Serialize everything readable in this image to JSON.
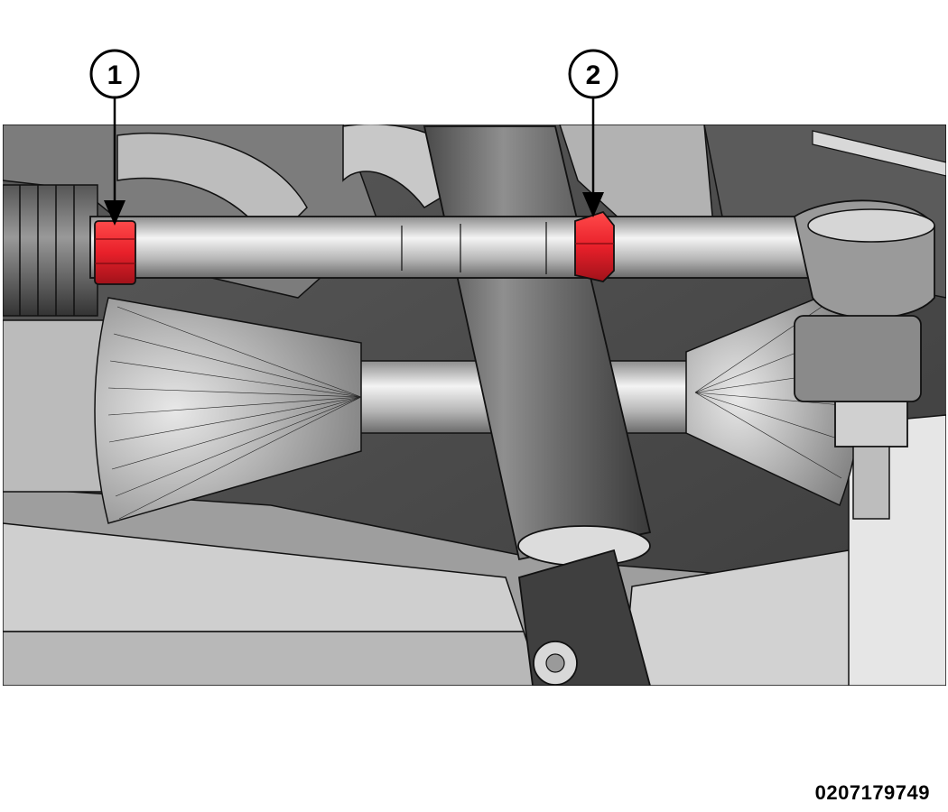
{
  "callouts": [
    {
      "label": "1"
    },
    {
      "label": "2"
    }
  ],
  "figure_id": "0207179749",
  "colors": {
    "highlight": "#e8202a",
    "highlight_dark": "#b0151d",
    "background_panel": "#4a4a4a",
    "metal_light": "#dedede",
    "metal_mid": "#a8a8a8",
    "metal_dark": "#5a5a5a",
    "outline": "#111111"
  }
}
